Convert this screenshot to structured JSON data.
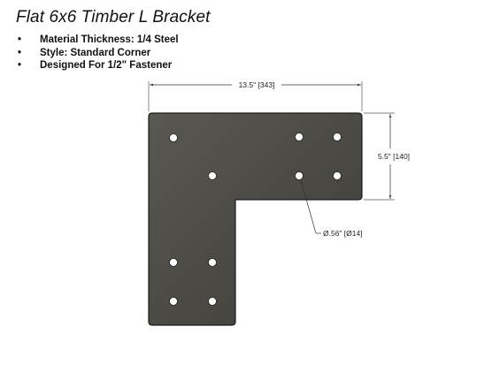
{
  "title": "Flat 6x6 Timber L Bracket",
  "specs": [
    "Material Thickness: 1/4 Steel",
    "Style: Standard Corner",
    "Designed For 1/2\" Fastener"
  ],
  "bullet_glyph": "•",
  "dimensions": {
    "width": "13.5\" [343]",
    "height": "5.5\" [140]",
    "hole": "Ø.56\" [Ø14]"
  },
  "colors": {
    "plate": "#4a4843",
    "plate_edge": "#1c1c1c",
    "hole": "#ffffff",
    "dim_line": "#333333"
  }
}
